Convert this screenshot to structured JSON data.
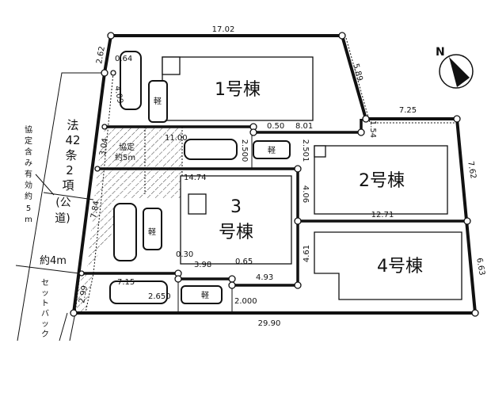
{
  "buildings": {
    "b1": "1号棟",
    "b2": "2号棟",
    "b3_num": "3",
    "b3_label": "号棟",
    "b4": "4号棟"
  },
  "road": {
    "law_label": [
      "法",
      "42",
      "条",
      "2",
      "項",
      "(公",
      "道)"
    ],
    "effective_width": [
      "協",
      "定",
      "含",
      "み",
      "有",
      "効",
      "約",
      "5",
      "m"
    ],
    "road_width": "約4m",
    "setback": [
      "セ",
      "ッ",
      "ト",
      "バ",
      "ッ",
      "ク"
    ],
    "agreement": "協定",
    "agreement_width": "約5m"
  },
  "compass": {
    "north": "N"
  },
  "car_kei_label": "軽",
  "dimensions": {
    "top": "17.02",
    "nw": "2.62",
    "w_small": "0.64",
    "w_lot1": "4.09",
    "ne_diag": "5.89",
    "ne_top": "7.25",
    "ne_step": "1.54",
    "east_upper": "7.62",
    "east_lower": "6.63",
    "bottom": "29.90",
    "lot1_south_a": "0.50",
    "lot1_south_b": "8.01",
    "drive1_len": "11.00",
    "drive1_w": "2.500",
    "drive_w": "3.04",
    "lot2_w1": "2.501",
    "lot2_w2": "4.06",
    "lot2_4_line": "12.71",
    "lot3_top": "14.74",
    "lot3_west": "7.84",
    "lot4_w": "4.61",
    "lot3_a": "0.30",
    "lot3_b": "3.98",
    "lot3_c": "0.65",
    "lot3_d": "4.93",
    "sw": "2.99",
    "drive3_len": "7.15",
    "drive3_w": "2.650",
    "drive4_w": "2.000"
  }
}
